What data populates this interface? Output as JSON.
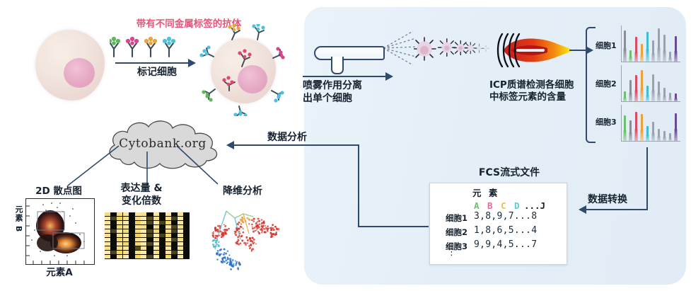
{
  "diagram": {
    "title_antibodies": "带有不同金属标签的抗体",
    "step_label_cells": "标记细胞",
    "step_nebulize": "喷雾作用分离\n出单个细胞",
    "step_icp": "ICP质谱检测各细胞\n中标签元素的含量",
    "step_data_conversion": "数据转换",
    "step_data_analysis": "数据分析",
    "fcs_title": "FCS流式文件",
    "cloud_label": "Cytobank.org"
  },
  "spectra": {
    "labels": [
      "细胞1",
      "细胞2",
      "细胞3"
    ],
    "colors": {
      "A": "#6cbf6c",
      "B": "#d94a63",
      "C": "#e8a33c",
      "D": "#3fbcd4",
      "grey": "#9aa3ad",
      "J": "#6a4b93"
    },
    "panels": [
      {
        "label": "细胞1",
        "peaks": [
          {
            "color": "#8a8f97",
            "height": 0.92
          },
          {
            "color": "#6cbf6c",
            "height": 0.34
          },
          {
            "color": "#d94a63",
            "height": 0.72
          },
          {
            "color": "#e8a33c",
            "height": 0.52
          },
          {
            "color": "#3fbcd4",
            "height": 0.88
          },
          {
            "color": "#9aa3ad",
            "height": 0.62
          },
          {
            "color": "#9aa3ad",
            "height": 0.98
          },
          {
            "color": "#9aa3ad",
            "height": 0.8
          },
          {
            "color": "#9aa3ad",
            "height": 0.3
          },
          {
            "color": "#6a4b93",
            "height": 0.76
          }
        ]
      },
      {
        "label": "细胞2",
        "peaks": [
          {
            "color": "#6cbf6c",
            "height": 0.3
          },
          {
            "color": "#8a8f97",
            "height": 0.62
          },
          {
            "color": "#d94a63",
            "height": 0.78
          },
          {
            "color": "#e8a33c",
            "height": 0.92
          },
          {
            "color": "#3fbcd4",
            "height": 0.46
          },
          {
            "color": "#9aa3ad",
            "height": 0.8
          },
          {
            "color": "#9aa3ad",
            "height": 0.58
          },
          {
            "color": "#9aa3ad",
            "height": 0.4
          },
          {
            "color": "#9aa3ad",
            "height": 0.26
          },
          {
            "color": "#6a4b93",
            "height": 0.22
          }
        ]
      },
      {
        "label": "细胞3",
        "peaks": [
          {
            "color": "#6cbf6c",
            "height": 0.74
          },
          {
            "color": "#8a8f97",
            "height": 0.6
          },
          {
            "color": "#d94a63",
            "height": 0.86
          },
          {
            "color": "#e8a33c",
            "height": 0.8
          },
          {
            "color": "#3fbcd4",
            "height": 0.44
          },
          {
            "color": "#9aa3ad",
            "height": 0.56
          },
          {
            "color": "#9aa3ad",
            "height": 0.36
          },
          {
            "color": "#9aa3ad",
            "height": 0.3
          },
          {
            "color": "#9aa3ad",
            "height": 0.22
          },
          {
            "color": "#6a4b93",
            "height": 0.82
          }
        ]
      }
    ]
  },
  "fcs_table": {
    "heading": "元 素",
    "columns": [
      {
        "letter": "A",
        "color": "#6cbf6c"
      },
      {
        "letter": "B",
        "color": "#e06a9a"
      },
      {
        "letter": "C",
        "color": "#e8c34a"
      },
      {
        "letter": "D",
        "color": "#62c6d8"
      },
      {
        "letter": "...J",
        "color": "#1b1b1b"
      }
    ],
    "rows": [
      {
        "label": "细胞1",
        "values": "3,8,9,7...8"
      },
      {
        "label": "细胞2",
        "values": "1,8,6,5...4"
      },
      {
        "label": "细胞3",
        "values": "9,9,4,5...7"
      }
    ],
    "continuation": "⋮"
  },
  "analysis": {
    "panels": [
      {
        "title": "2D 散点图",
        "y_axis": "元素 B",
        "x_axis": "元素A"
      },
      {
        "title": "表达量 &\n变化倍数"
      },
      {
        "title": "降维分析"
      }
    ]
  },
  "antibodies": {
    "tag_colors": [
      "#5cb85c",
      "#d9478a",
      "#e8a33c",
      "#4cc0dc"
    ]
  },
  "palette": {
    "panel_bg": "#e6f0f8",
    "arrow": "#2f4a6d",
    "pink_title": "#e8547c",
    "cell_fill": "#f0e3db",
    "nucleus": "#e3a6c0"
  }
}
